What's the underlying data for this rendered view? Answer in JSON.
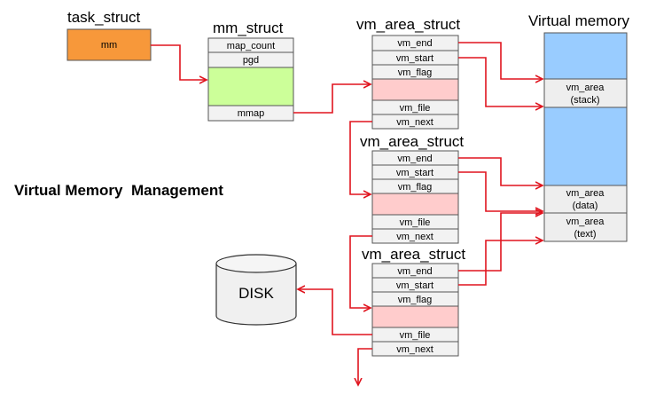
{
  "colors": {
    "arrow": "#e0141e",
    "task_fill": "#f7983a",
    "pgd_fill": "#ccff99",
    "flag_fill": "#ffcccc",
    "vm_fill": "#99ccff",
    "label_fill": "#eeeeee",
    "cell_fill": "#f2f2f2"
  },
  "task_struct": {
    "title": "task_struct",
    "field": "mm"
  },
  "mm_struct": {
    "title": "mm_struct",
    "map_count": "map_count",
    "pgd": "pgd",
    "mmap": "mmap"
  },
  "vm_areas": [
    {
      "title": "vm_area_struct",
      "vm_end": "vm_end",
      "vm_start": "vm_start",
      "vm_flag": "vm_flag",
      "vm_file": "vm_file",
      "vm_next": "vm_next"
    },
    {
      "title": "vm_area_struct",
      "vm_end": "vm_end",
      "vm_start": "vm_start",
      "vm_flag": "vm_flag",
      "vm_file": "vm_file",
      "vm_next": "vm_next"
    },
    {
      "title": "vm_area_struct",
      "vm_end": "vm_end",
      "vm_start": "vm_start",
      "vm_flag": "vm_flag",
      "vm_file": "vm_file",
      "vm_next": "vm_next"
    }
  ],
  "virtual_memory": {
    "title": "Virtual memory",
    "stack": [
      "vm_area",
      "(stack)"
    ],
    "data": [
      "vm_area",
      "(data)"
    ],
    "text": [
      "vm_area",
      "(text)"
    ]
  },
  "heading": "Virtual Memory  Management",
  "disk": "DISK"
}
